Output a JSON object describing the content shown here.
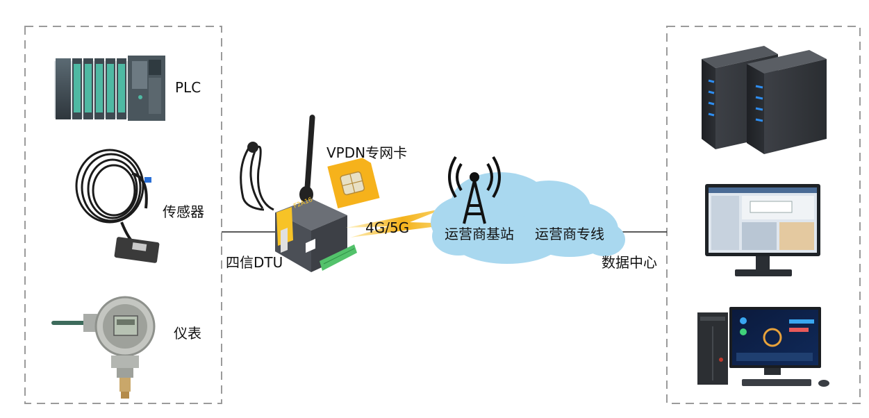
{
  "left_group": {
    "plc_label": "PLC",
    "sensor_label": "传感器",
    "meter_label": "仪表"
  },
  "dtu": {
    "label": "四信DTU",
    "device_brand": "F2A16"
  },
  "sim": {
    "label": "VPDN专网卡"
  },
  "link": {
    "label": "4G/5G"
  },
  "cloud": {
    "base_station_label": "运营商基站",
    "private_line_label": "运营商专线"
  },
  "right_group": {
    "label": "数据中心"
  },
  "colors": {
    "dash_border": "#9a9a9a",
    "cloud_fill": "#a9d8ef",
    "lightning": "#f4b21a",
    "plc_green": "#4fb9a3",
    "server_blue": "#2e8df0",
    "dtu_yellow": "#f7c327",
    "dtu_body": "#4b4f56",
    "terminal_green": "#53c26b"
  }
}
